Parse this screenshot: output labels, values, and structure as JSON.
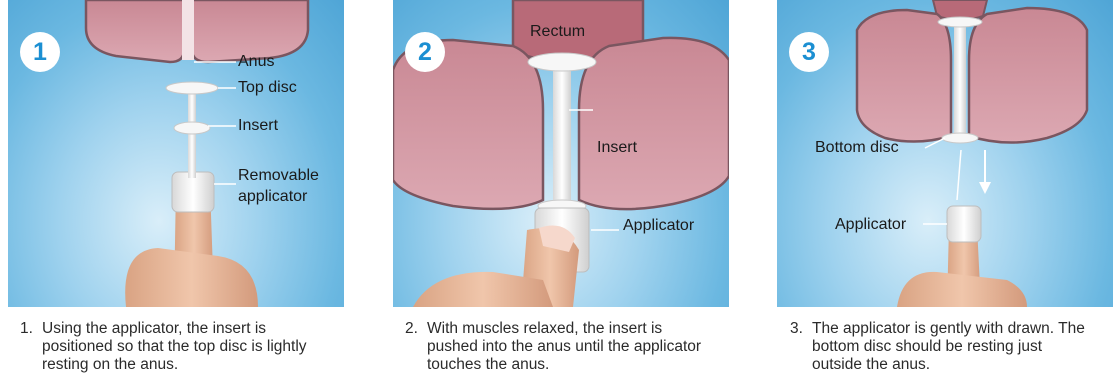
{
  "steps": [
    {
      "number": "1",
      "labels": {
        "anus": "Anus",
        "top_disc": "Top disc",
        "insert": "Insert",
        "applicator_line1": "Removable",
        "applicator_line2": "applicator"
      },
      "caption_number": "1.",
      "caption": "Using the applicator, the insert is positioned so that the top disc is lightly resting on the anus."
    },
    {
      "number": "2",
      "labels": {
        "rectum": "Rectum",
        "insert": "Insert",
        "applicator": "Applicator"
      },
      "caption_number": "2.",
      "caption": "With muscles relaxed, the insert is pushed into the anus until the applicator touches the anus."
    },
    {
      "number": "3",
      "labels": {
        "bottom_disc": "Bottom disc",
        "applicator": "Applicator"
      },
      "caption_number": "3.",
      "caption": "The applicator is gently with drawn. The bottom disc should be resting just outside the anus."
    }
  ],
  "colors": {
    "panel_blue": "#6bb8e1",
    "badge_text": "#1b8fd2",
    "tissue": "#d39aa6",
    "tissue_edge": "#7a5660",
    "device": "#f4f4f4",
    "skin": "#e8b89a"
  }
}
